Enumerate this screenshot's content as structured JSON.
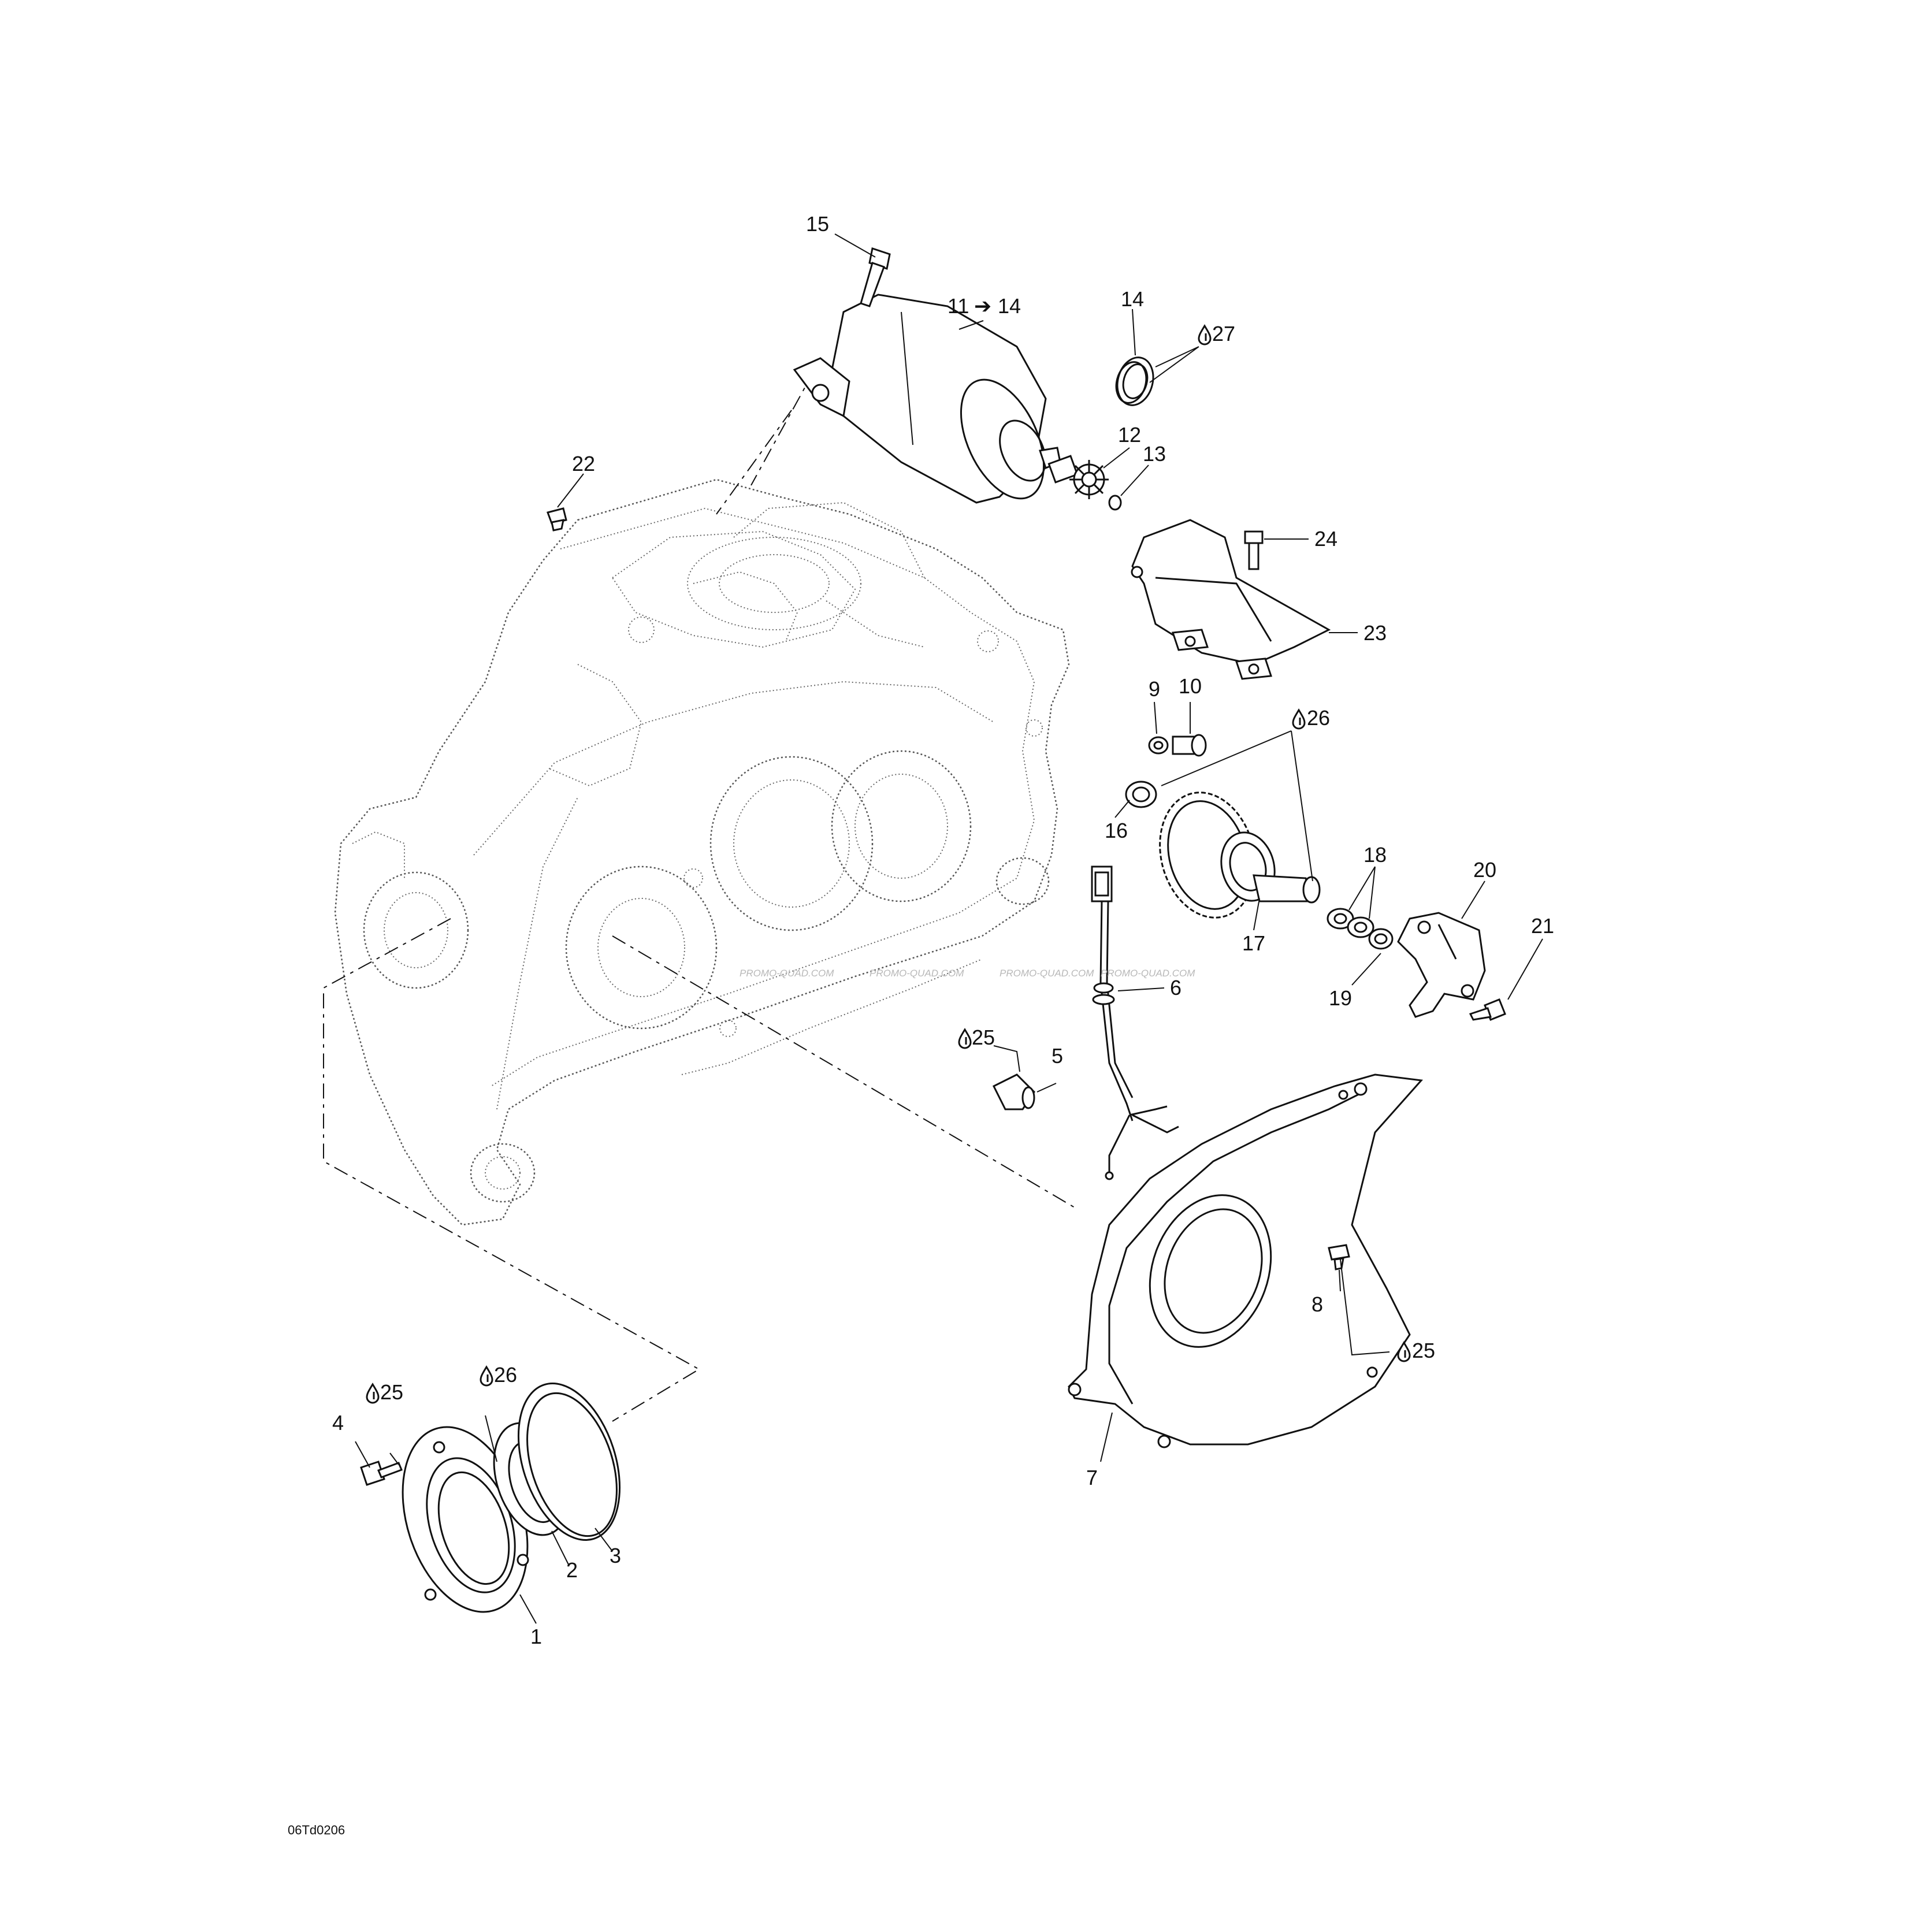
{
  "diagram": {
    "drawing_code": "06Td0206",
    "watermark": "PROMO-QUAD.COM",
    "oil_drop_icon": "oil-drop-icon",
    "arrow_icon": "right-arrow-icon",
    "callouts": {
      "c1": "1",
      "c2": "2",
      "c3": "3",
      "c4": "4",
      "c5": "5",
      "c6": "6",
      "c7": "7",
      "c8": "8",
      "c9": "9",
      "c10": "10",
      "c11_start": "11",
      "c11_end": "14",
      "c12": "12",
      "c13": "13",
      "c14": "14",
      "c15": "15",
      "c16": "16",
      "c17": "17",
      "c18": "18",
      "c19": "19",
      "c20": "20",
      "c21": "21",
      "c22": "22",
      "c23": "23",
      "c24": "24"
    },
    "lubricants": {
      "l25": "25",
      "l26": "26",
      "l27": "27"
    }
  }
}
